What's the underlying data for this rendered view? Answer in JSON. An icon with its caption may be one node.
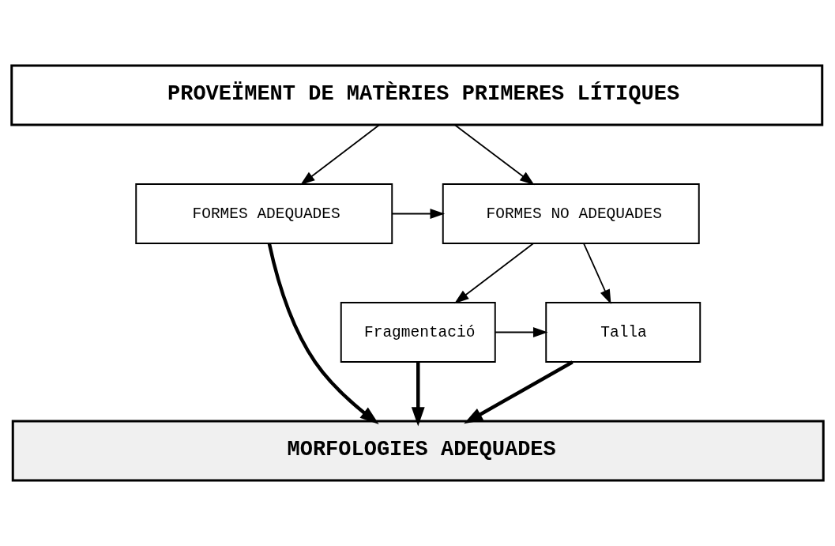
{
  "diagram": {
    "nodes": [
      {
        "text": [
          "PROVEÏMENT DE MATÈRIES PRIMERES LÍTIQUES"
        ]
      },
      {
        "text": [
          "FORMES ADEQUADES"
        ]
      },
      {
        "text": [
          "FORMES NO ADEQUADES"
        ]
      },
      {
        "text": [
          "Fragmentació"
        ]
      },
      {
        "text": [
          "Talla"
        ]
      },
      {
        "text": [
          "MORFOLOGIES ADEQUADES"
        ]
      }
    ],
    "edges": [
      {
        "from": 0,
        "to": 1,
        "arrow": "to"
      },
      {
        "from": 0,
        "to": 2,
        "arrow": "to"
      },
      {
        "from": 1,
        "to": 2,
        "arrow": "to"
      },
      {
        "from": 2,
        "to": 3,
        "arrow": "to"
      },
      {
        "from": 2,
        "to": 4,
        "arrow": "to"
      },
      {
        "from": 3,
        "to": 4,
        "arrow": "to"
      },
      {
        "from": 1,
        "to": 5,
        "arrow": "to",
        "style": "thick"
      },
      {
        "from": 3,
        "to": 5,
        "arrow": "to",
        "style": "thick"
      },
      {
        "from": 4,
        "to": 5,
        "arrow": "to",
        "style": "thick"
      }
    ]
  }
}
